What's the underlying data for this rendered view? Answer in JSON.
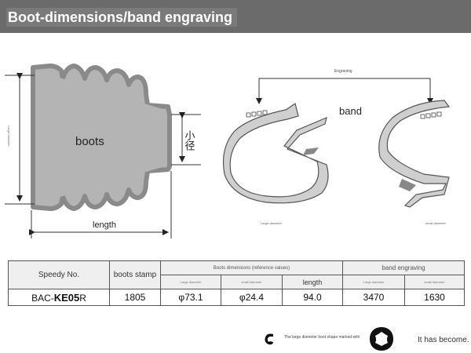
{
  "header": {
    "title": "Boot-dimensions/band engraving"
  },
  "diagram": {
    "boots_label": "boots",
    "small_diameter_label": "小径",
    "large_diameter_label": "Large diameter",
    "length_label": "length",
    "engraving_label": "Engraving",
    "band_label": "band",
    "band_large_label": "Large diameter",
    "band_small_label": "small diameter"
  },
  "table": {
    "col_speedy": "Speedy No.",
    "col_stamp": "boots stamp",
    "col_dims": "Boots dimensions (reference values)",
    "col_band": "band engraving",
    "sub_large": "Large diameter",
    "sub_small": "small diameter",
    "sub_length": "length",
    "sub_band_large": "Large diameter",
    "sub_band_small": "small diameter",
    "model_prefix": "BAC-",
    "model_main": "KE05",
    "model_suffix": "R",
    "stamp": "1805",
    "large_diameter": "φ73.1",
    "small_diameter": "φ24.4",
    "length": "94.0",
    "band_large": "3470",
    "band_small": "1630"
  },
  "footer": {
    "note_small": "The large diameter boot shape marked with",
    "note_end": "It has become."
  }
}
